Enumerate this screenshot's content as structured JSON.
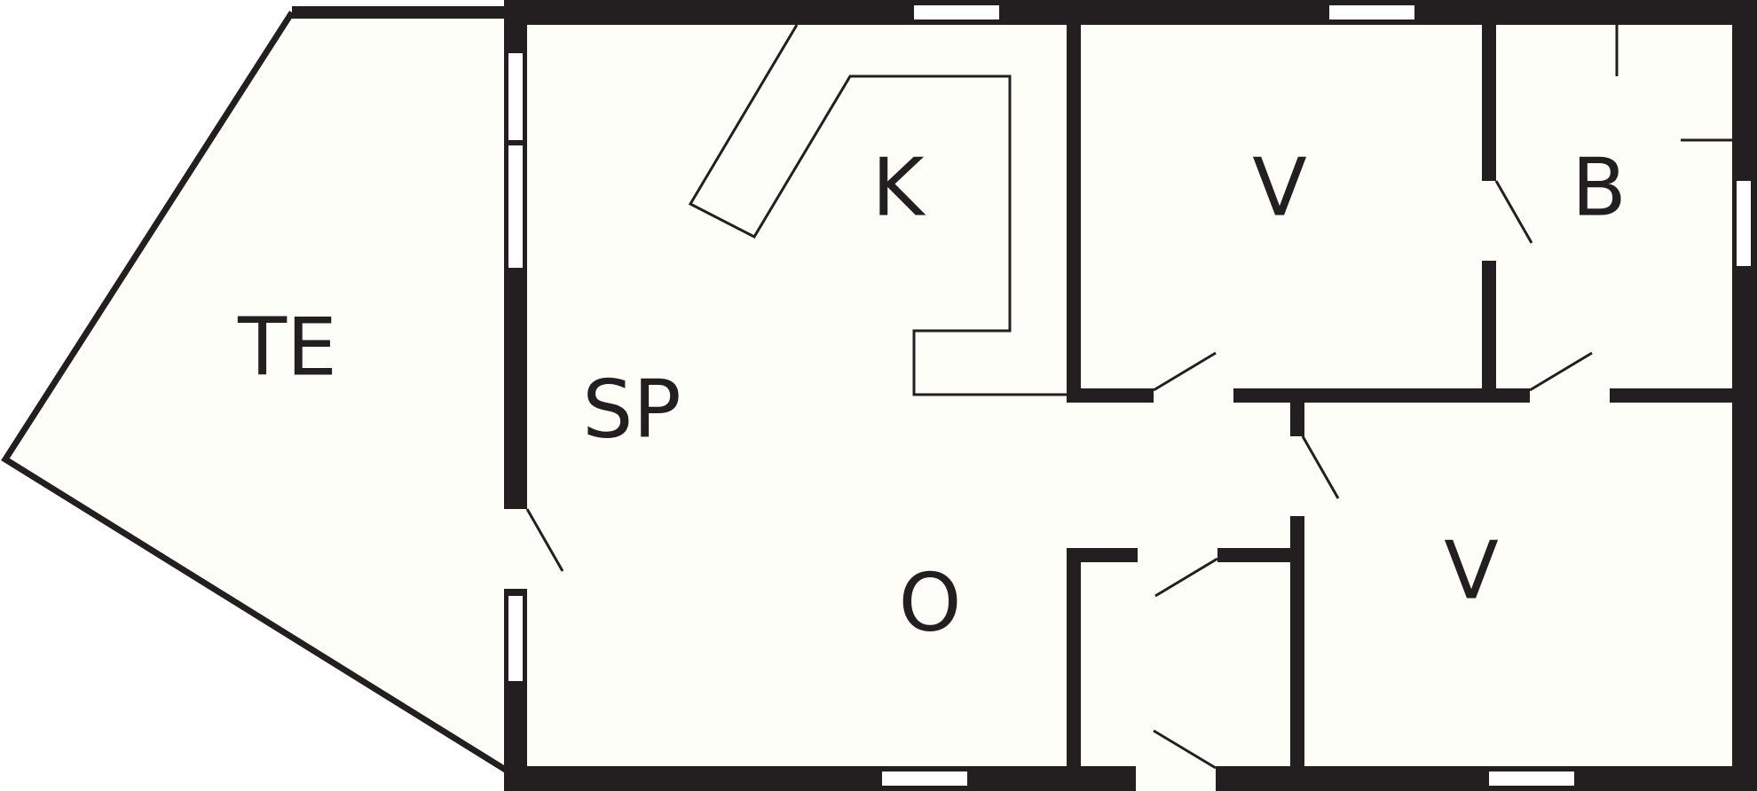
{
  "colors": {
    "wall": "#231f20",
    "floor": "#fdfef7",
    "window": "#ffffff"
  },
  "rooms": {
    "terrace": {
      "label": "TE"
    },
    "kitchen": {
      "label": "K"
    },
    "dining": {
      "label": "SP"
    },
    "living": {
      "label": "O"
    },
    "bedroom_top": {
      "label": "V"
    },
    "bathroom": {
      "label": "B"
    },
    "bedroom_bottom": {
      "label": "V"
    }
  }
}
